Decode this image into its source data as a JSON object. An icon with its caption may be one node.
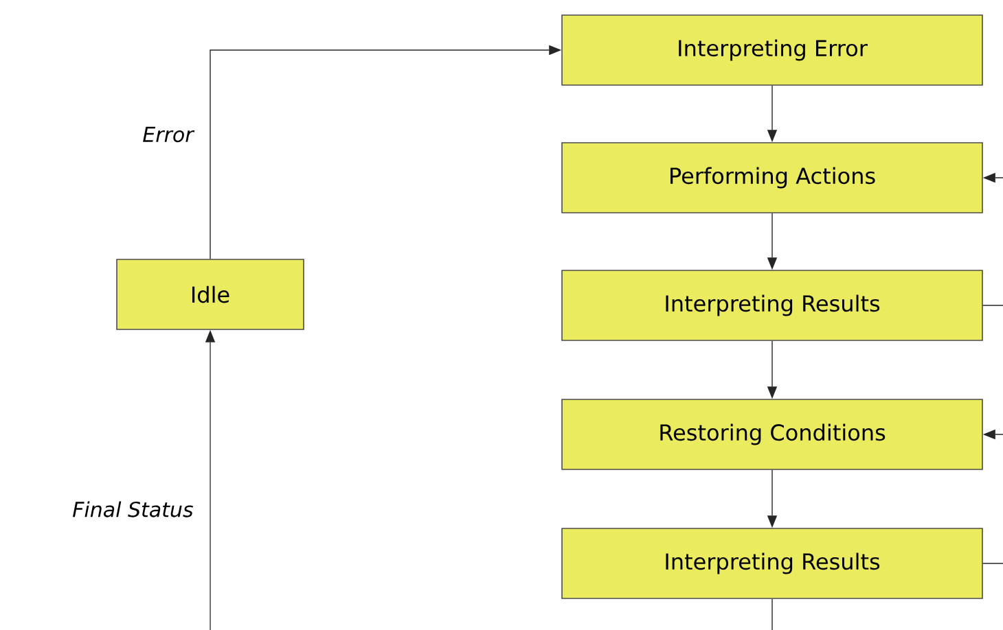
{
  "diagram": {
    "nodes": [
      {
        "text": [
          "Idle"
        ]
      },
      {
        "text": [
          "Interpreting Error"
        ]
      },
      {
        "text": [
          "Performing Actions"
        ]
      },
      {
        "text": [
          "Interpreting Results"
        ]
      },
      {
        "text": [
          "Restoring Conditions"
        ]
      },
      {
        "text": [
          "Interpreting Results"
        ]
      }
    ],
    "edges": [
      {
        "from": 0,
        "to": 1,
        "arrow": "to",
        "label": "Error"
      },
      {
        "from": 1,
        "to": 2,
        "arrow": "to"
      },
      {
        "from": 2,
        "to": 3,
        "arrow": "to"
      },
      {
        "from": 3,
        "to": 4,
        "arrow": "to"
      },
      {
        "from": 4,
        "to": 5,
        "arrow": "to"
      },
      {
        "from": null,
        "to": 0,
        "arrow": "to",
        "label": "Final Status"
      },
      {
        "from": null,
        "to": 2,
        "arrow": "to"
      },
      {
        "from": 3,
        "to": null,
        "arrow": "none"
      },
      {
        "from": null,
        "to": 4,
        "arrow": "to"
      },
      {
        "from": 5,
        "to": null,
        "arrow": "none"
      },
      {
        "from": 5,
        "to": null,
        "arrow": "none"
      }
    ]
  }
}
